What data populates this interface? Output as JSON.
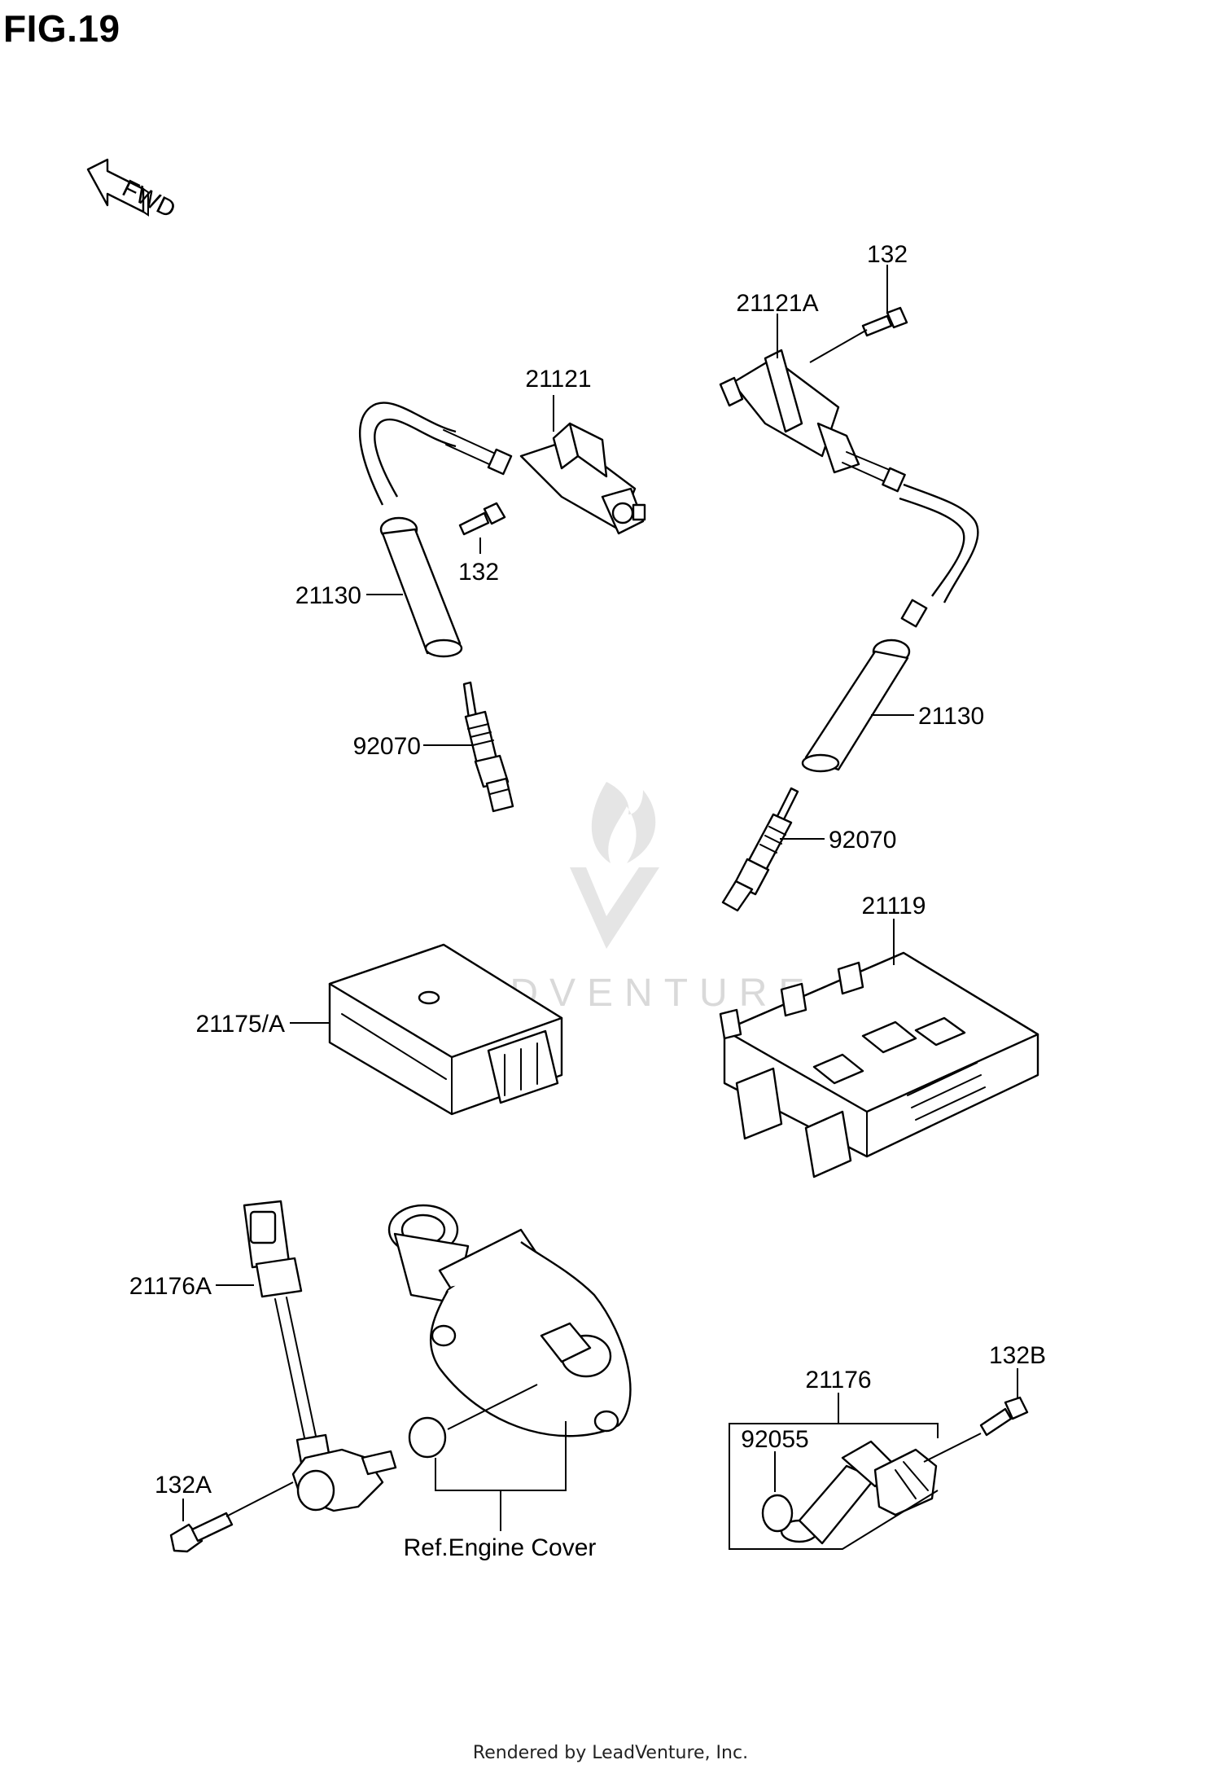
{
  "figure": {
    "title": "FIG.19",
    "fwd_label": "FWD",
    "footer": "Rendered by LeadVenture, Inc.",
    "watermark": "LEADVENTURE"
  },
  "callouts": {
    "bolt_top_right": "132",
    "coil_right": "21121A",
    "coil_left": "21121",
    "bolt_left": "132",
    "cap_left": "21130",
    "cap_right": "21130",
    "plug_left": "92070",
    "plug_right": "92070",
    "ecu": "21119",
    "module": "21175/A",
    "sensor_left": "21176A",
    "bolt_sensor_left": "132A",
    "bolt_sensor_right": "132B",
    "sensor_right": "21176",
    "oring": "92055",
    "engine_cover_ref": "Ref.Engine Cover"
  }
}
